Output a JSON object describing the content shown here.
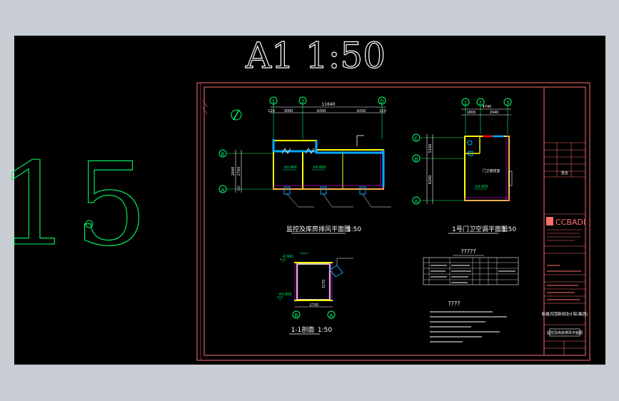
{
  "sheet": {
    "title": "A1  1:50",
    "sheet_number": "15"
  },
  "plan1": {
    "title": "监控及库房排风平面图",
    "scale": "1:50",
    "axes_top": [
      "1",
      "2",
      "D"
    ],
    "axes_left": [
      "B",
      "A"
    ],
    "overall_dim": "11640",
    "top_dims": [
      "120",
      "3000",
      "4200",
      "4200",
      "120"
    ],
    "left_dims": [
      "2640",
      "2760",
      "120"
    ],
    "level_a": "±0.000",
    "level_b": "±0.000"
  },
  "plan2": {
    "title": "1号门卫空调平面图",
    "scale": "1:50",
    "axes_top": [
      "1",
      "2",
      "3"
    ],
    "axes_left": [
      "C",
      "B",
      "A"
    ],
    "overall_dim": "4740",
    "top_dims": [
      "1800",
      "2940"
    ],
    "left_dims": [
      "5160",
      "4200"
    ],
    "room_label": "门卫值班室",
    "level": "±0.000"
  },
  "section": {
    "title": "1-1剖面",
    "scale": "1:50",
    "axes": [
      "B",
      "A"
    ],
    "width_dim": "2700",
    "height_dim": "3270",
    "top_level": "4.000",
    "bottom_level": "±0.000"
  },
  "equipment_table": {
    "title": "?????"
  },
  "notes": {
    "title": "????"
  },
  "title_block": {
    "logo": "CCBADI",
    "company": "新疆兵团勘测设计院(集团)",
    "drawing_name": "监控及库房排风平面图",
    "signature_label": "签名"
  },
  "colors": {
    "background": "#000000",
    "frame": "#ff6e6e",
    "walls": "#ffff00",
    "duct": "#00aaff",
    "axis": "#00ff40",
    "text": "#ffffff",
    "hatch": "#ff00ff"
  }
}
